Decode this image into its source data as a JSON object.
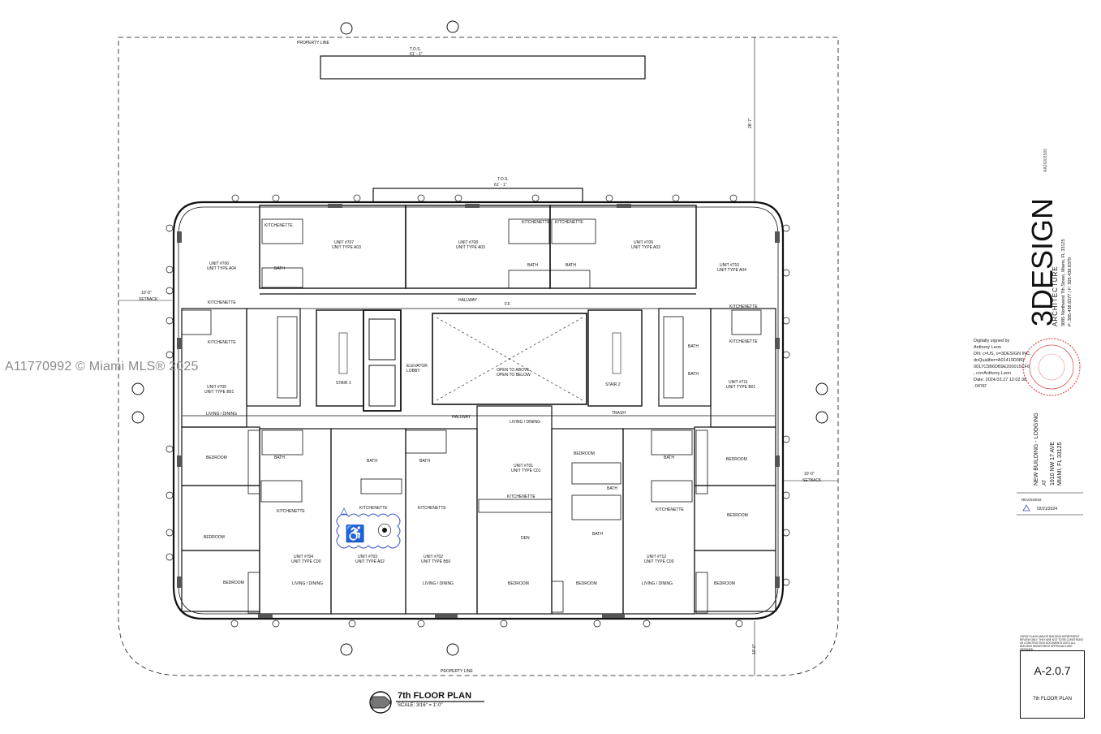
{
  "watermark": "A11770992 © Miami MLS® 2025",
  "plan": {
    "title": "7th FLOOR PLAN",
    "scale": "SCALE:  3/16\" = 1'-0\"",
    "property_line": "PROPERTY LINE",
    "setback": "SETBACK",
    "tos_top": "T.O.S.",
    "tos_top_elev": "61' - 1\"",
    "tos_mid": "T.O.S.",
    "tos_mid_elev": "61' - 1\"",
    "ff": "F.F.",
    "dims": {
      "top_setback": "28'-7\"",
      "left_setback": "10'-0\"",
      "right_setback": "10'-0\"",
      "bottom_setback": "10'-0\""
    },
    "units": [
      {
        "name": "UNIT #706",
        "type": "UNIT TYPE A04"
      },
      {
        "name": "UNIT #707",
        "type": "UNIT TYPE A03"
      },
      {
        "name": "UNIT #708",
        "type": "UNIT TYPE A03"
      },
      {
        "name": "UNIT #709",
        "type": "UNIT TYPE A03"
      },
      {
        "name": "UNIT #710",
        "type": "UNIT TYPE A04"
      },
      {
        "name": "UNIT #705",
        "type": "UNIT TYPE B01"
      },
      {
        "name": "UNIT #711",
        "type": "UNIT TYPE B01"
      },
      {
        "name": "UNIT #704",
        "type": "UNIT TYPE C00"
      },
      {
        "name": "UNIT #703",
        "type": "UNIT TYPE A02"
      },
      {
        "name": "UNIT #702",
        "type": "UNIT TYPE B50"
      },
      {
        "name": "UNIT #701",
        "type": "UNIT TYPE C01"
      },
      {
        "name": "UNIT #712",
        "type": "UNIT TYPE C00"
      }
    ],
    "rooms": {
      "kitchenette": "KITCHENETTE",
      "bath": "BATH",
      "bedroom": "BEDROOM",
      "living": "LIVING / DINING",
      "den": "DEN",
      "hallway": "HALLWAY",
      "stair1": "STAIR 1",
      "stair2": "STAIR 2",
      "elevator_lobby": "ELEVATOR LOBBY",
      "open_above": "OPEN TO ABOVE",
      "open_below": "OPEN TO BELOW",
      "trash": "TRASH"
    }
  },
  "title_block": {
    "firm_name": "3DESIGN",
    "firm_sub": "ARCHITECTURE",
    "firm_address": "3085 Northwest 7th Street, Miami, FL 33125",
    "firm_phone": "P: 305.438.8377 / F: 305.438.8379",
    "license": "AA26003589",
    "project_name": "NEW BUILDING - LODGING",
    "project_at": "AT",
    "project_address": "1910 NW 17 AVE",
    "project_city": "MIAMI, FL 33125",
    "revisions_label": "REVISIONS",
    "revision_date": "02/21/2024",
    "sheet_number": "A-2.0.7",
    "sheet_name": "7th FLOOR PLAN",
    "notes": "THESE PLANS AND/OR BUILDING DEPARTMENT REVIEW ONLY. THEY ARE NOT TO BE CONSTRUED AS CONSTRUCTION DOCUMENTS UNTIL ALL BUILDING DEPARTMENT APPROVALS ARE OBTAINED."
  },
  "signature": {
    "line1": "Digitally signed by",
    "line2": "Anthony Leon",
    "line3": "DN: c=US, o=3DESIGN INC,",
    "line4": "dnQualifier=A01410D080",
    "line5": "0017C5B6DB9E200015CF6",
    "line6": ", cn=Anthony Leon",
    "line7": "Date: 2024.03.27 12:02:38",
    "line8": "-04'00'"
  }
}
